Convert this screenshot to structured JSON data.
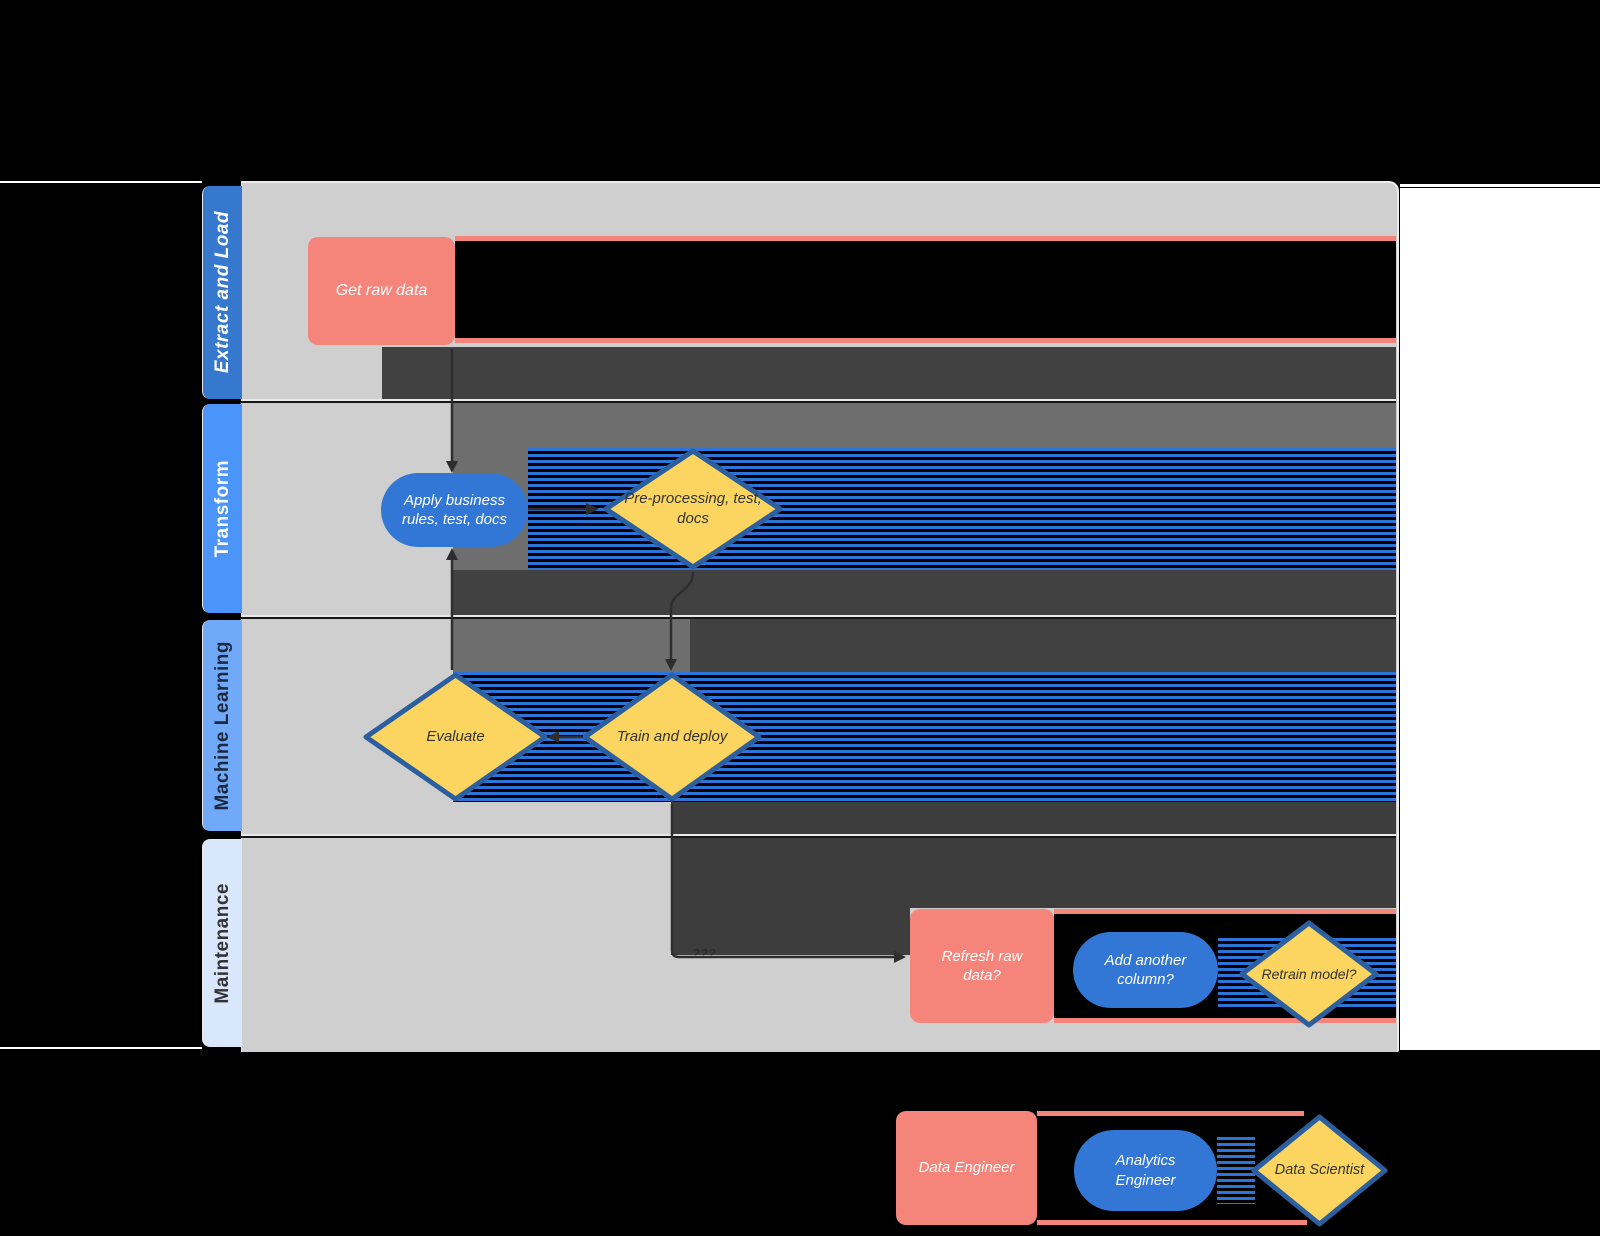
{
  "lanes": [
    {
      "label": "Extract and Load",
      "tab_color": "#3578CE",
      "label_color": "#FFFFFF"
    },
    {
      "label": "Transform",
      "tab_color": "#4A94FA",
      "label_color": "#FFFFFF"
    },
    {
      "label": "Machine Learning",
      "tab_color": "#70A9F8",
      "label_color": "#1B2840"
    },
    {
      "label": "Maintenance",
      "tab_color": "#D8E7FB",
      "label_color": "#333333"
    }
  ],
  "nodes": {
    "get_raw_data": {
      "label": "Get raw data"
    },
    "apply_business_rules": {
      "label": "Apply business rules, test, docs"
    },
    "preprocessing": {
      "label": "Pre-processing, test, docs"
    },
    "evaluate": {
      "label": "Evaluate"
    },
    "train_and_deploy": {
      "label": "Train and deploy"
    },
    "refresh_raw_data": {
      "label": "Refresh raw data?"
    },
    "add_another_column": {
      "label": "Add another column?"
    },
    "retrain_model": {
      "label": "Retrain model?"
    }
  },
  "connector_label": "???",
  "legend": {
    "data_engineer": "Data Engineer",
    "analytics_engineer": "Analytics Engineer",
    "data_scientist": "Data Scientist"
  },
  "colors": {
    "canvas_background": "#000000",
    "lane_body": "#CFCFCF",
    "salmon_node": "#F5847B",
    "blue_node": "#3377D6",
    "yellow_node": "#FBD560",
    "diamond_border": "#2C5F9F",
    "smear_dark": "#414141",
    "smear_medium": "#6E6E6E",
    "stripe_blue": "#2E74D8",
    "right_margin": "#FFFFFF"
  }
}
